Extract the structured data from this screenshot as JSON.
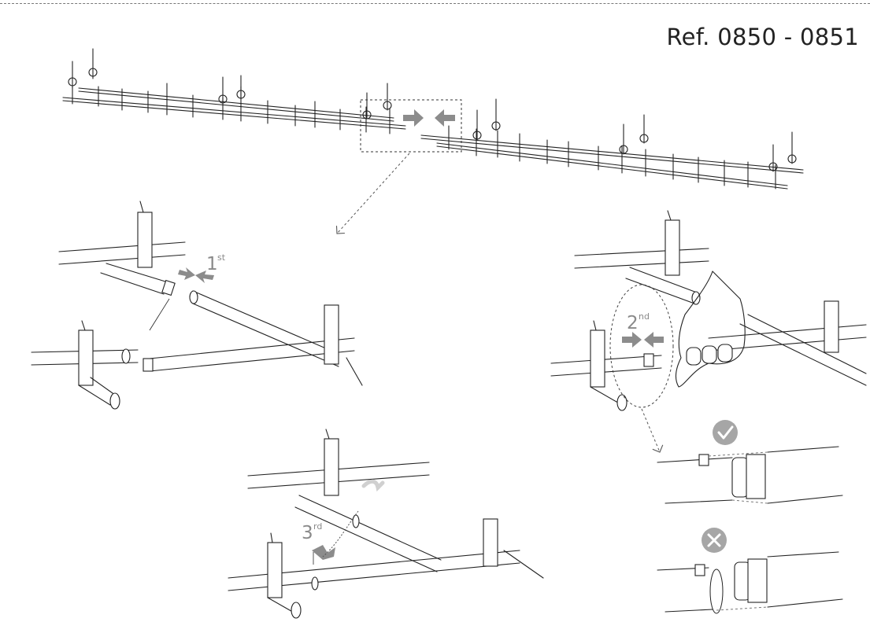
{
  "header": {
    "ref": "Ref. 0850 - 0851"
  },
  "steps": [
    {
      "number": "1",
      "suffix": "st"
    },
    {
      "number": "2",
      "suffix": "nd"
    },
    {
      "number": "3",
      "suffix": "rd"
    }
  ],
  "results": [
    {
      "status": "correct",
      "icon": "check-icon",
      "color": "#a6a6a6"
    },
    {
      "status": "incorrect",
      "icon": "cross-icon",
      "color": "#a6a6a6"
    }
  ],
  "colors": {
    "line": "#222222",
    "accent_gray": "#8c8c8c"
  }
}
